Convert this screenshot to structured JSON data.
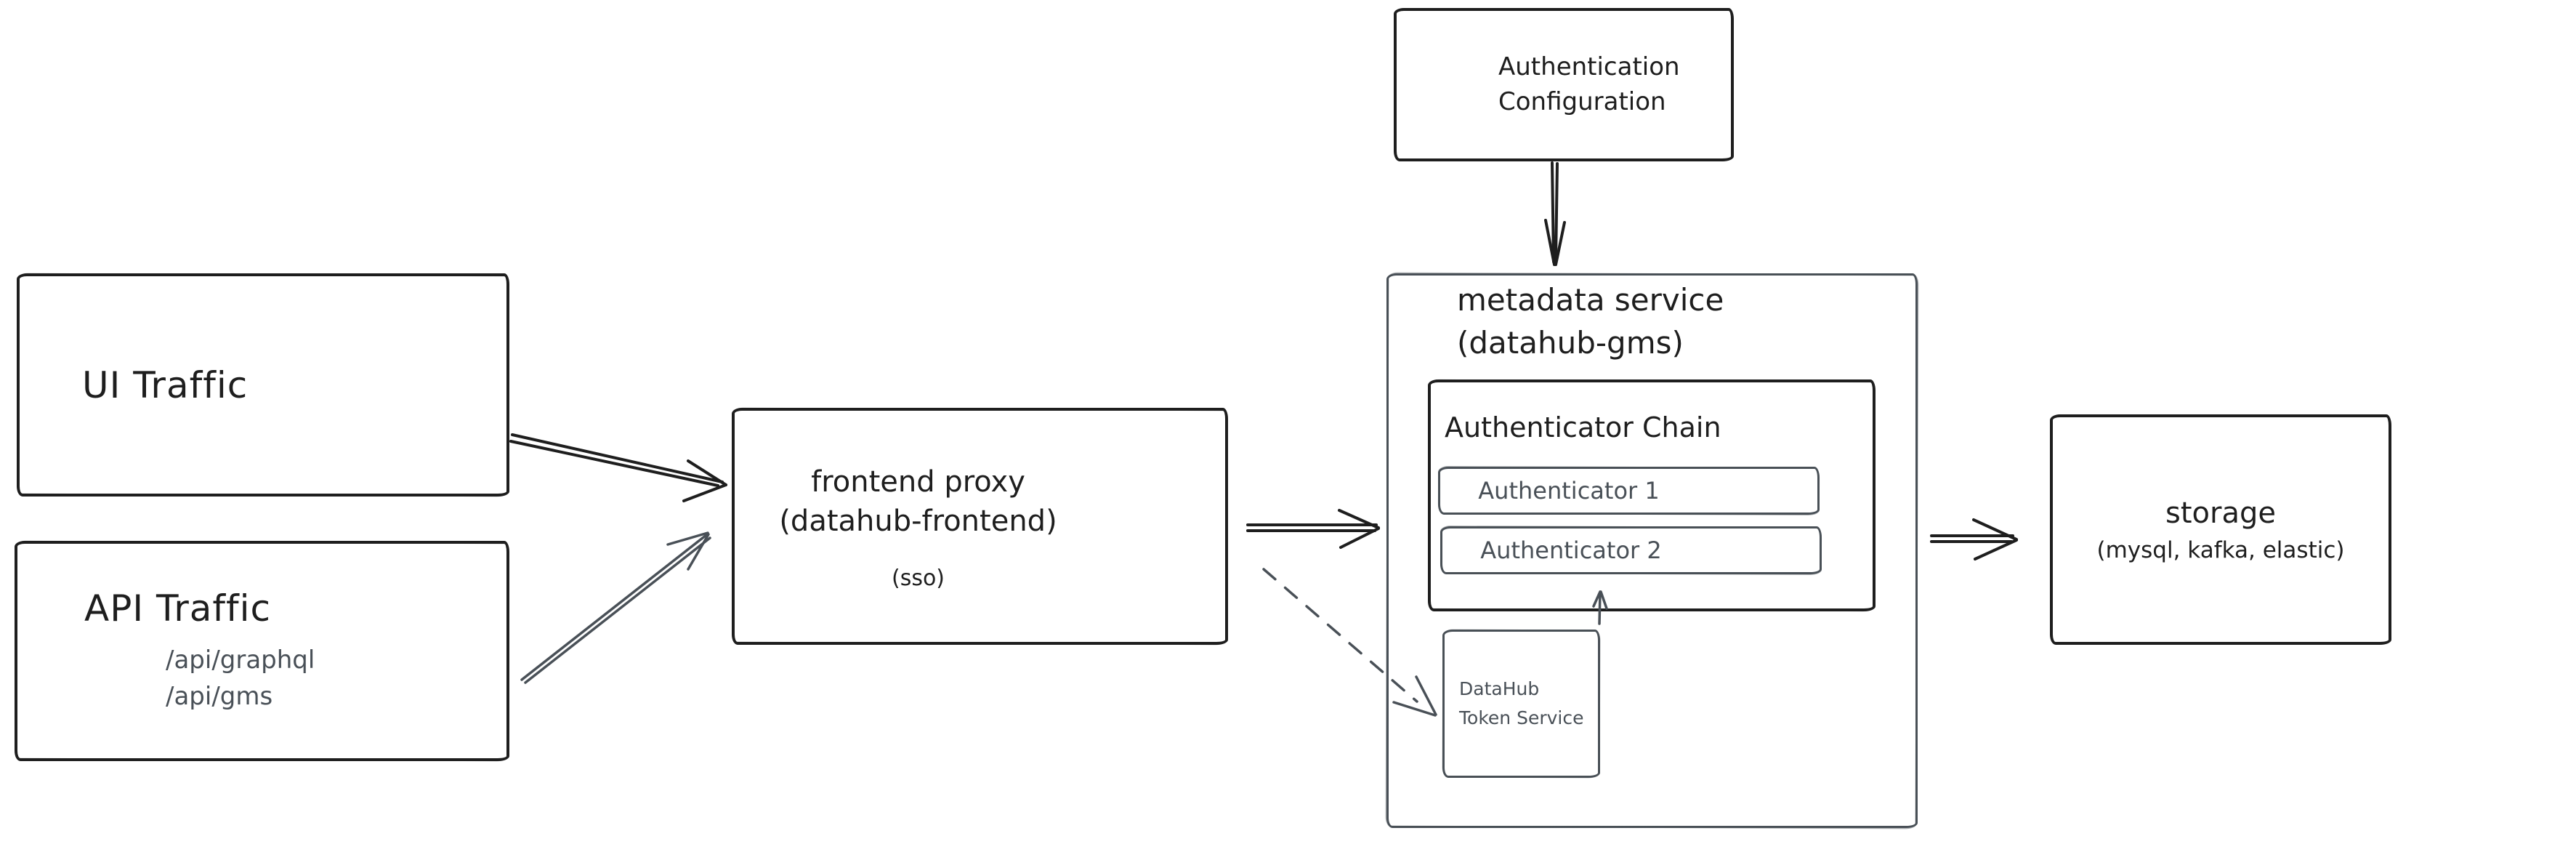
{
  "colors": {
    "ink": "#1e1e1e",
    "muted": "#495057",
    "bg": "#ffffff"
  },
  "nodes": {
    "ui_traffic": {
      "label": "UI Traffic"
    },
    "api_traffic": {
      "label": "API Traffic",
      "endpoint_1": "/api/graphql",
      "endpoint_2": "/api/gms"
    },
    "frontend_proxy": {
      "title": "frontend proxy",
      "subtitle": "(datahub-frontend)",
      "note": "(sso)"
    },
    "auth_config": {
      "line1": "Authentication",
      "line2": "Configuration"
    },
    "metadata_service": {
      "title": "metadata service",
      "subtitle": "(datahub-gms)"
    },
    "authenticator_chain": {
      "title": "Authenticator Chain",
      "items": [
        {
          "label": "Authenticator 1"
        },
        {
          "label": "Authenticator 2"
        }
      ]
    },
    "token_service": {
      "line1": "DataHub",
      "line2": "Token Service"
    },
    "storage": {
      "title": "storage",
      "subtitle": "(mysql, kafka, elastic)"
    }
  },
  "edges": [
    {
      "from": "ui_traffic",
      "to": "frontend_proxy",
      "style": "solid",
      "color": "#1e1e1e"
    },
    {
      "from": "api_traffic",
      "to": "frontend_proxy",
      "style": "solid",
      "color": "#495057"
    },
    {
      "from": "frontend_proxy",
      "to": "metadata_service",
      "style": "solid",
      "color": "#1e1e1e"
    },
    {
      "from": "frontend_proxy",
      "to": "token_service",
      "style": "dashed",
      "color": "#495057"
    },
    {
      "from": "auth_config",
      "to": "metadata_service",
      "style": "solid",
      "color": "#1e1e1e"
    },
    {
      "from": "token_service",
      "to": "authenticator_chain",
      "style": "solid",
      "color": "#495057"
    },
    {
      "from": "metadata_service",
      "to": "storage",
      "style": "solid",
      "color": "#1e1e1e"
    }
  ]
}
